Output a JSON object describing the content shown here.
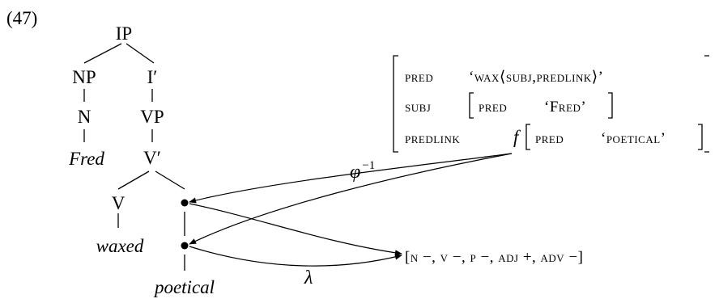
{
  "example_number": "(47)",
  "tree": {
    "ip": "IP",
    "np": "NP",
    "i_bar": "I′",
    "n": "N",
    "vp": "VP",
    "fred": "Fred",
    "v_bar": "V′",
    "v": "V",
    "waxed": "waxed",
    "poetical": "poetical"
  },
  "fstructure": {
    "pred_attr": "pred",
    "pred_value": "‘wax⟨subj,predlink⟩’",
    "subj_attr": "subj",
    "subj_pred_attr": "pred",
    "subj_pred_value": "‘Fred’",
    "predlink_attr": "predlink",
    "f_label": "f",
    "predlink_pred_attr": "pred",
    "predlink_pred_value": "‘poetical’"
  },
  "features": "[n −, v −, p −, adj +, adv −]",
  "phi_inverse_label": "φ",
  "phi_inverse_superscript": "−1",
  "lambda_label": "λ"
}
